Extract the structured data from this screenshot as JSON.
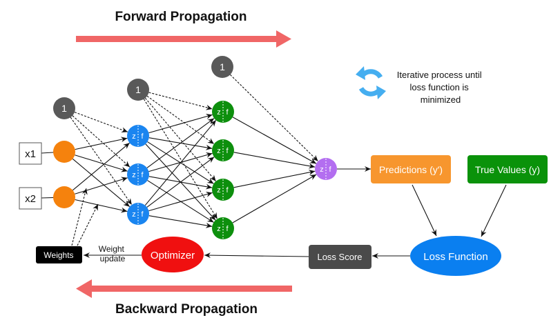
{
  "titles": {
    "forward": "Forward Propagation",
    "backward": "Backward Propagation"
  },
  "iteration_note": {
    "icon": "refresh-cycle-icon",
    "lines": [
      "Iterative process until",
      "loss function is",
      "minimized"
    ]
  },
  "inputs": [
    {
      "label": "x1"
    },
    {
      "label": "x2"
    }
  ],
  "bias_label": "1",
  "neuron_labels": {
    "z": "z",
    "f": "f"
  },
  "layers": {
    "input_count": 2,
    "hidden1_count": 3,
    "hidden2_count": 4,
    "output_count": 1
  },
  "boxes": {
    "predictions": "Predictions (y')",
    "true_values": "True Values (y)",
    "loss_function": "Loss Function",
    "loss_score": "Loss Score",
    "optimizer": "Optimizer",
    "weights": "Weights",
    "weight_update": [
      "Weight",
      "update"
    ]
  },
  "colors": {
    "arrow_red": "#f06666",
    "input_orange": "#f5820d",
    "hidden1_blue": "#1a85f0",
    "hidden2_green": "#0d8f0d",
    "output_purple": "#b36ef0",
    "bias_gray": "#595959",
    "predictions_orange": "#f7962e",
    "true_values_green": "#0a920a",
    "loss_function_blue": "#0a7ff0",
    "loss_score_gray": "#4a4a4a",
    "optimizer_red": "#f01010",
    "weights_black": "#000000",
    "cycle_blue": "#45aef0"
  }
}
